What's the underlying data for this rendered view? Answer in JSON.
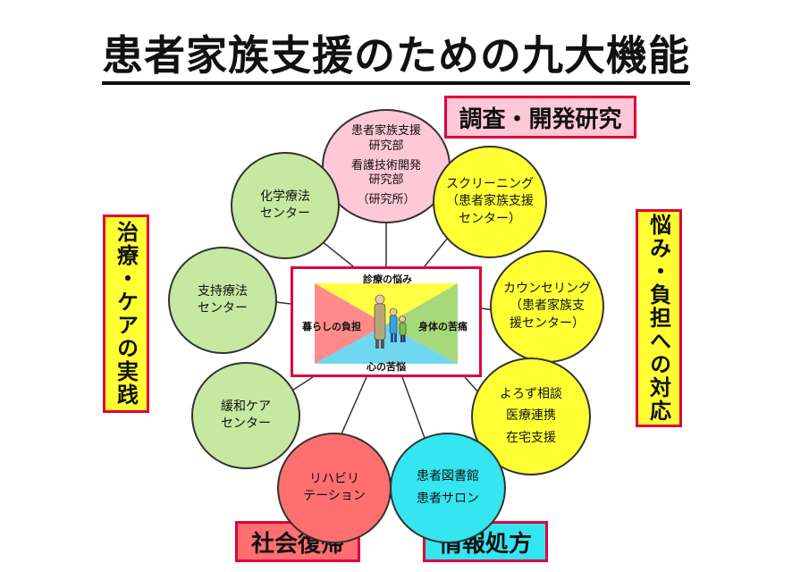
{
  "title": "患者家族支援のための九大機能",
  "colors": {
    "box_border": "#e0003a",
    "treatment_bg": "#ffff33",
    "research_bg": "#ffc8d8",
    "concern_bg": "#ffff33",
    "social_bg": "#ff6f6f",
    "info_bg": "#33e6ef"
  },
  "categories": {
    "research": "調査・開発研究",
    "treatment": "治療・ケアの実践",
    "concerns": "悩み・負担への対応",
    "social": "社会復帰",
    "info": "情報処方"
  },
  "center": {
    "top": "診療の悩み",
    "left": "暮らしの負担",
    "right": "身体の苦痛",
    "bottom": "心の苦悩"
  },
  "nodes": {
    "research_dept": [
      "患者家族支援",
      "研究部",
      "看護技術開発",
      "研究部",
      "（研究所）"
    ],
    "chemo": [
      "化学療法",
      "センター"
    ],
    "screening": [
      "スクリーニング",
      "（患者家族支援",
      "センター）"
    ],
    "supportive": [
      "支持療法",
      "センター"
    ],
    "counseling": [
      "カウンセリング",
      "（患者家族支",
      "援センター）"
    ],
    "palliative": [
      "緩和ケア",
      "センター"
    ],
    "consult": [
      "よろず相談",
      "医療連携",
      "在宅支援"
    ],
    "rehab": [
      "リハビリ",
      "テーション"
    ],
    "library": [
      "患者図書館",
      "患者サロン"
    ]
  }
}
